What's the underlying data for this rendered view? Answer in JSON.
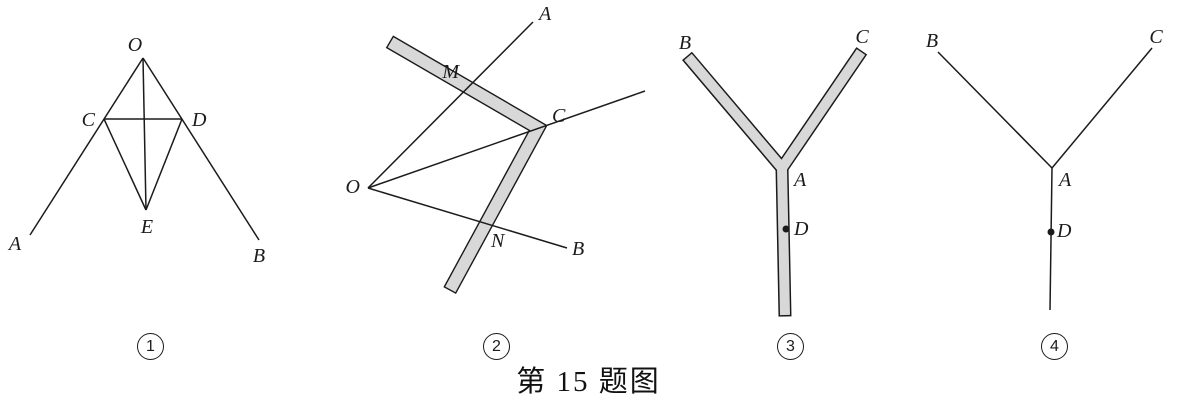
{
  "caption": "第 15 题图",
  "figures": [
    {
      "number": "1",
      "labels": {
        "O": "O",
        "C": "C",
        "D": "D",
        "E": "E",
        "A": "A",
        "B": "B"
      }
    },
    {
      "number": "2",
      "labels": {
        "A": "A",
        "M": "M",
        "C": "C",
        "O": "O",
        "N": "N",
        "B": "B"
      }
    },
    {
      "number": "3",
      "labels": {
        "B": "B",
        "C": "C",
        "A": "A",
        "D": "D"
      }
    },
    {
      "number": "4",
      "labels": {
        "B": "B",
        "C": "C",
        "A": "A",
        "D": "D"
      }
    }
  ],
  "colors": {
    "line": "#1b1b1b",
    "band_fill": "#d8d8d8",
    "background": "#ffffff"
  }
}
